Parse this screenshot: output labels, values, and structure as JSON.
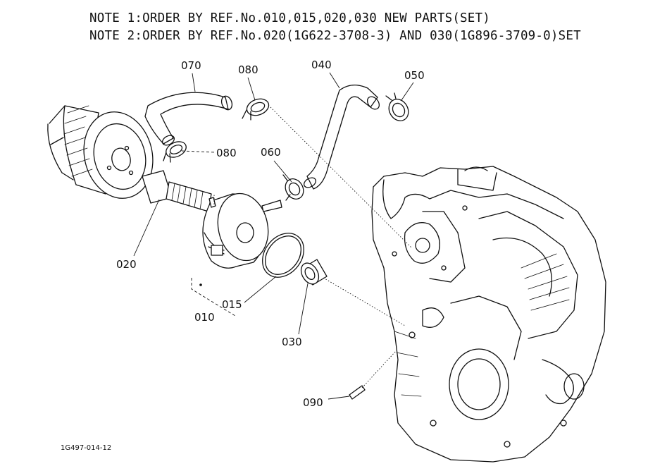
{
  "notes": {
    "note1": "NOTE 1:ORDER BY REF.No.010,015,020,030 NEW PARTS(SET)",
    "note2": "NOTE 2:ORDER BY REF.No.020(1G622-3708-3) AND 030(1G896-3709-0)SET"
  },
  "refs": {
    "r010": "010",
    "r015": "015",
    "r020": "020",
    "r030": "030",
    "r040": "040",
    "r050": "050",
    "r060": "060",
    "r070": "070",
    "r080a": "080",
    "r080b": "080",
    "r090": "090"
  },
  "drawing_code": "1G497-014-12"
}
